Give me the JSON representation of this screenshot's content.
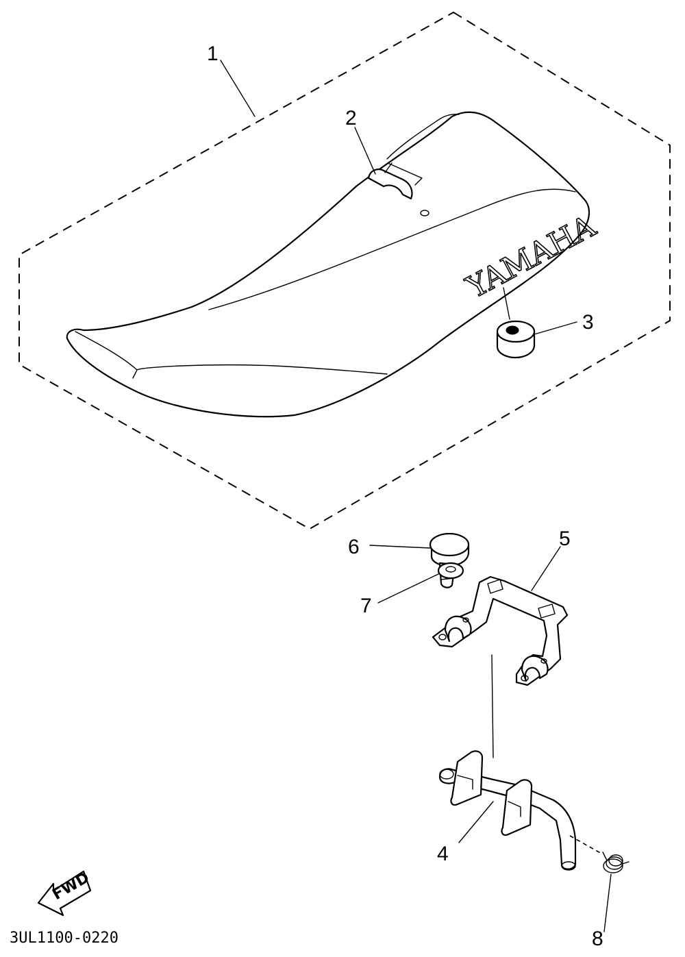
{
  "diagram": {
    "drawing_code": "3UL1100-0220",
    "brand_mark": "YAMAHA",
    "direction_label": "FWD",
    "callouts": [
      "1",
      "2",
      "3",
      "4",
      "5",
      "6",
      "7",
      "8"
    ]
  }
}
